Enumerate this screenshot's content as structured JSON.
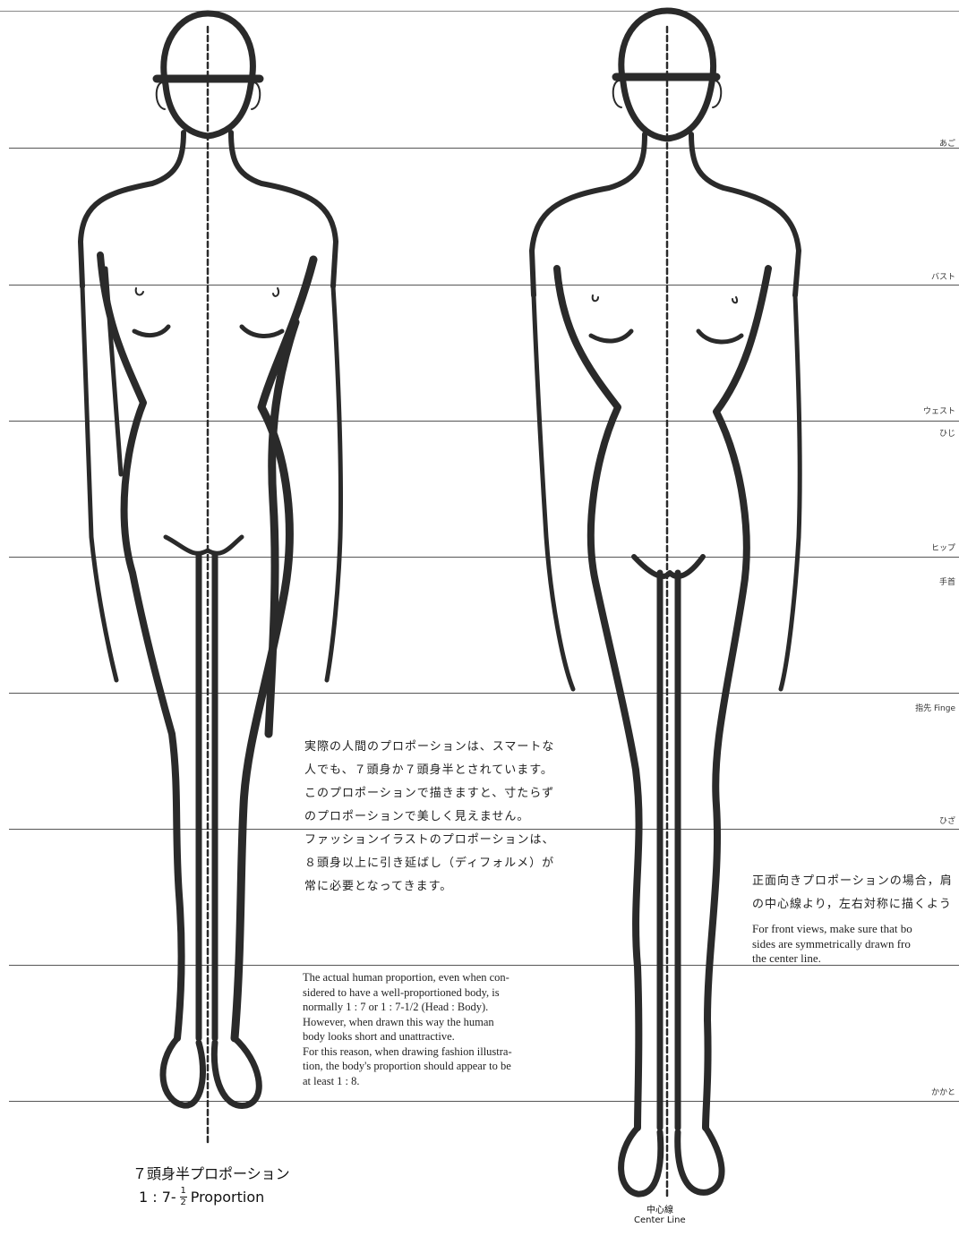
{
  "side_labels": {
    "chin": "あご",
    "bust": "バスト",
    "waist": "ウェスト",
    "elbow": "ひじ",
    "hip": "ヒップ",
    "wrist": "手首",
    "fingertip": "指先 Finge",
    "knee": "ひざ",
    "heel": "かかと"
  },
  "left_figure": {
    "jp_lines": [
      "実際の人間のプロポーションは、スマートな",
      "人でも、７頭身か７頭身半とされています。",
      "このプロポーションで描きますと、寸たらず",
      "のプロポーションで美しく見えません。",
      "ファッションイラストのプロポーションは、",
      "８頭身以上に引き延ばし（ディフォルメ）が",
      "常に必要となってきます。"
    ],
    "en_lines": [
      "The actual human proportion, even when con-",
      "sidered to have a well-proportioned body, is",
      "normally 1 : 7 or 1 : 7-1/2 (Head : Body).",
      "However, when drawn this way the human",
      "body looks short and unattractive.",
      "For this reason, when drawing fashion illustra-",
      "tion, the body's proportion should appear to be",
      "at least 1 : 8."
    ],
    "caption_jp": "７頭身半プロポーション",
    "caption_en_prefix": "1 : 7-",
    "caption_frac_num": "1",
    "caption_frac_den": "2",
    "caption_en_suffix": "Proportion"
  },
  "right_figure": {
    "jp_lines": [
      "正面向きプロポーションの場合，肩",
      "の中心線より，左右対称に描くよう"
    ],
    "en_lines": [
      "For front views, make sure that bo",
      "sides are symmetrically drawn fro",
      "the center line."
    ],
    "center_jp": "中心線",
    "center_en": "Center  Line"
  }
}
